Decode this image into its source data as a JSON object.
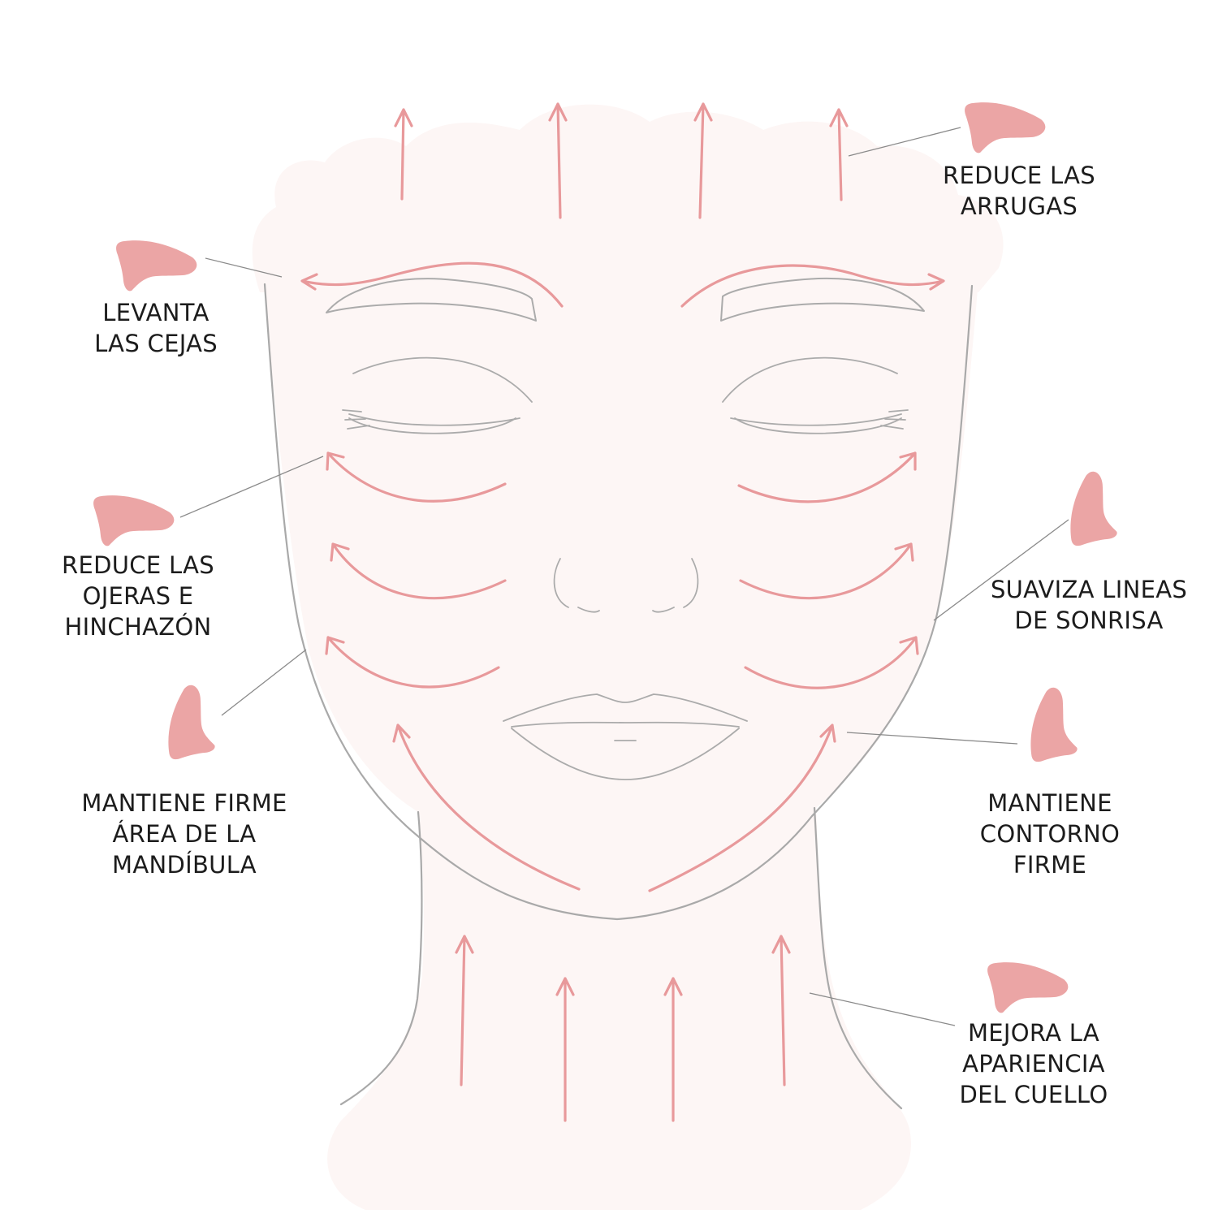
{
  "labels": {
    "wrinkles": [
      "REDUCE LAS",
      "ARRUGAS"
    ],
    "brows": [
      "LEVANTA",
      "LAS CEJAS"
    ],
    "dark_circles": [
      "REDUCE LAS",
      "OJERAS E",
      "HINCHAZÓN"
    ],
    "smile_lines": [
      "SUAVIZA LINEAS",
      "DE SONRISA"
    ],
    "jaw": [
      "MANTIENE FIRME",
      "ÁREA DE LA",
      "MANDÍBULA"
    ],
    "contour": [
      "MANTIENE",
      "CONTORNO",
      "FIRME"
    ],
    "neck": [
      "MEJORA LA",
      "APARIENCIA",
      "DEL CUELLO"
    ]
  },
  "colors": {
    "arrow": "#e8999b",
    "tool": "#eba5a5",
    "skin": "#fdf6f5",
    "outline": "#a9a9a9",
    "leader": "#8a8a8a",
    "text": "#1c1c1c"
  },
  "icons": [
    "gua-sha-tool-icon"
  ]
}
